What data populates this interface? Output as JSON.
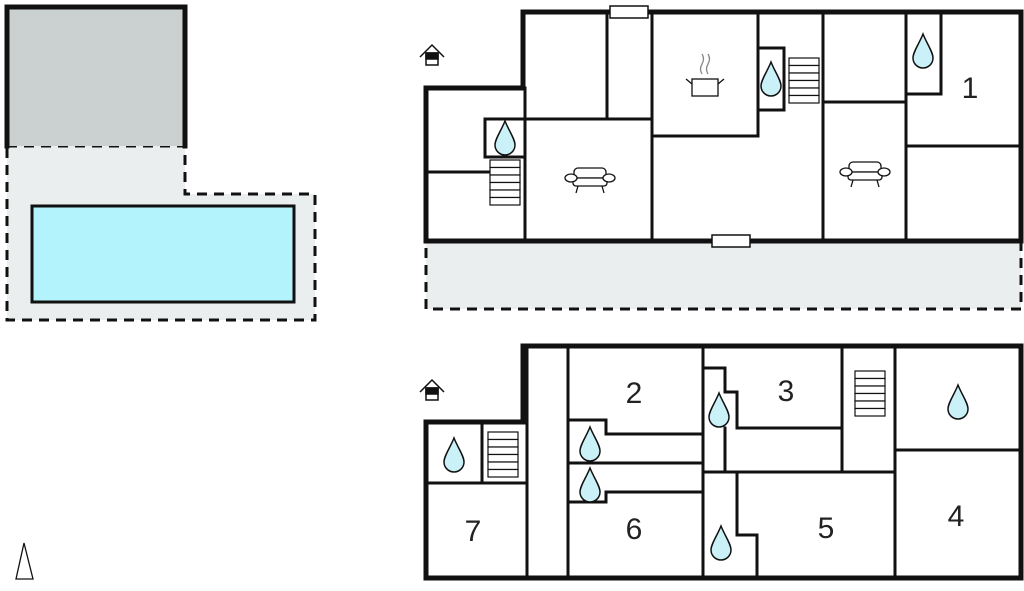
{
  "diagram": {
    "type": "floor-plan",
    "room_labels": [
      "1",
      "2",
      "3",
      "4",
      "5",
      "6",
      "7"
    ],
    "colors": {
      "pool": "#b3f3fc",
      "terrace": "#ebeeee",
      "building": "#cbd0d0",
      "water": "#c9f1f7",
      "wall": "#111111"
    },
    "icons": [
      "entrance-icon",
      "water-drop-icon",
      "stairs-icon",
      "sofa-icon",
      "cooking-pot-icon",
      "north-arrow-icon",
      "door-icon"
    ]
  }
}
